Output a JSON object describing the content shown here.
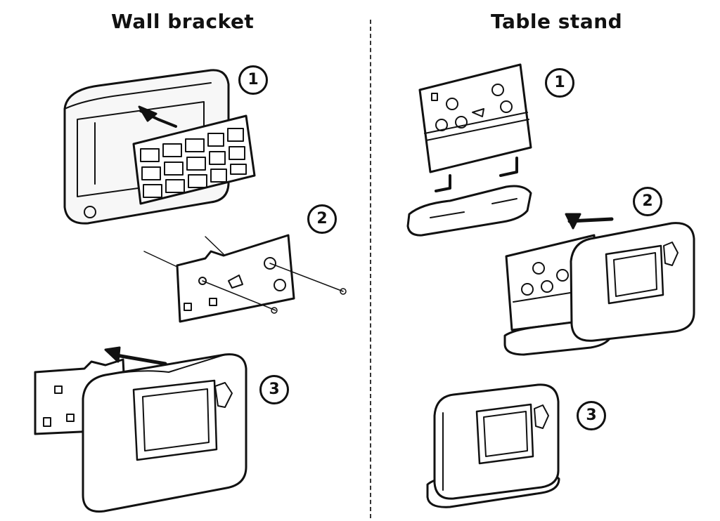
{
  "sections": {
    "left_title": "Wall bracket",
    "right_title": "Table stand"
  },
  "steps": {
    "wall_1": "1",
    "wall_2": "2",
    "wall_3": "3",
    "table_1": "1",
    "table_2": "2",
    "table_3": "3"
  }
}
